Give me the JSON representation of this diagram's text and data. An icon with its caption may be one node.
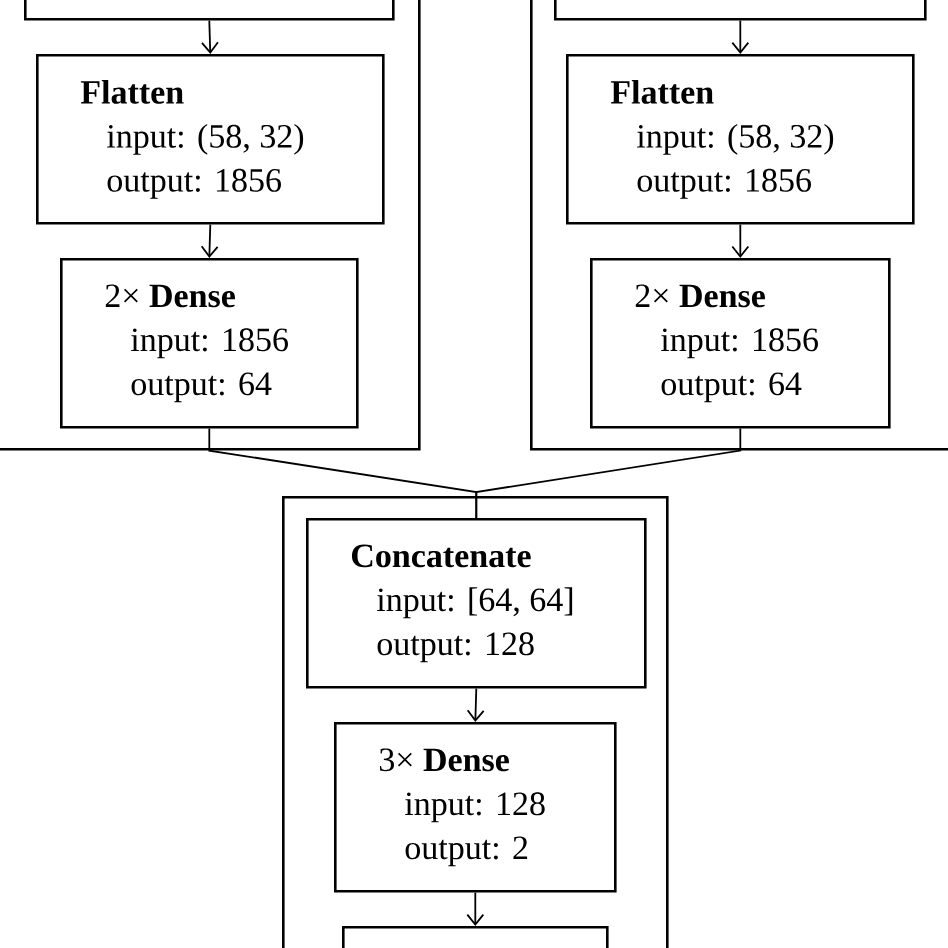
{
  "diagram": {
    "nodes": [
      {
        "text": [],
        "shape": "box"
      },
      {
        "text": [],
        "shape": "box",
        "in": 0
      },
      {
        "text": [
          "Flatten",
          "input: (58, 32)",
          "output: 1856"
        ],
        "in": 0
      },
      {
        "text": [
          "2× **Dense**",
          "input: 1856",
          "output: 64"
        ],
        "in": 0
      },
      {
        "text": [],
        "shape": "box"
      },
      {
        "text": [],
        "shape": "box",
        "in": 4
      },
      {
        "text": [
          "Flatten",
          "input: (58, 32)",
          "output: 1856"
        ],
        "in": 4
      },
      {
        "text": [
          "2× **Dense**",
          "input: 1856",
          "output: 64"
        ],
        "in": 4
      },
      {
        "text": [],
        "shape": "box"
      },
      {
        "text": [
          "Concatenate",
          "input: [64, 64]",
          "output: 128"
        ],
        "in": 8
      },
      {
        "text": [
          "3× **Dense**",
          "input: 128",
          "output: 2"
        ],
        "in": 8
      },
      {
        "text": [],
        "shape": "box",
        "in": 8
      }
    ],
    "edges": [
      {
        "from": 1,
        "to": 2,
        "arrow": "to"
      },
      {
        "from": 2,
        "to": 3,
        "arrow": "to"
      },
      {
        "from": 5,
        "to": 6,
        "arrow": "to"
      },
      {
        "from": 6,
        "to": 7,
        "arrow": "to"
      },
      {
        "from": 3,
        "to": 9,
        "arrow": "none"
      },
      {
        "from": 7,
        "to": 9,
        "arrow": "none"
      },
      {
        "from": 9,
        "to": 10,
        "arrow": "to"
      },
      {
        "from": 10,
        "to": 11,
        "arrow": "to"
      }
    ]
  }
}
